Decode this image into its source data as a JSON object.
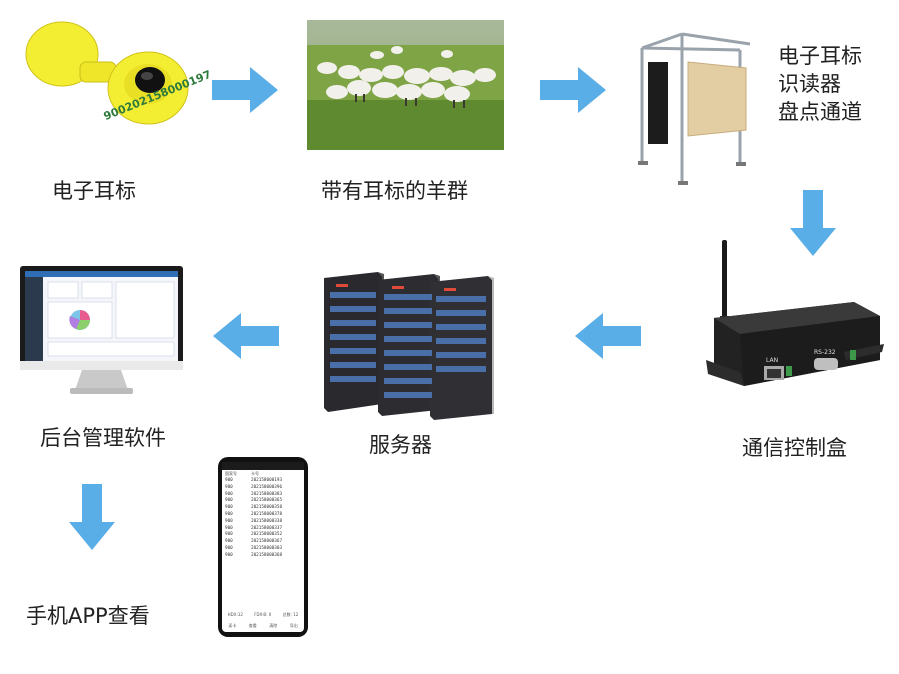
{
  "nodes": {
    "ear_tag": {
      "label": "电子耳标",
      "tag_number": "900202158000197"
    },
    "sheep": {
      "label": "带有耳标的羊群"
    },
    "reader": {
      "label_lines": [
        "电子耳标",
        "识读器",
        "盘点通道"
      ]
    },
    "controller": {
      "label": "通信控制盒",
      "ports": [
        "LAN",
        "RS-232"
      ]
    },
    "server": {
      "label": "服务器"
    },
    "software": {
      "label": "后台管理软件"
    },
    "app": {
      "label": "手机APP查看"
    }
  },
  "phone": {
    "columns": [
      "国家号",
      "卡号"
    ],
    "rows": [
      [
        "900",
        "202158000193"
      ],
      [
        "900",
        "202158000396"
      ],
      [
        "900",
        "202158000383"
      ],
      [
        "900",
        "202158000365"
      ],
      [
        "900",
        "202158000358"
      ],
      [
        "900",
        "202158000378"
      ],
      [
        "900",
        "202158000338"
      ],
      [
        "900",
        "202158000337"
      ],
      [
        "900",
        "202158000352"
      ],
      [
        "900",
        "202158000367"
      ],
      [
        "900",
        "202158000303"
      ],
      [
        "900",
        "202158000368"
      ]
    ],
    "footer_stats": [
      "HDX:12",
      "FDX-B: 0",
      "总数: 12"
    ],
    "footer_actions": [
      "读卡",
      "查看",
      "清除",
      "导出"
    ]
  },
  "colors": {
    "arrow": "#5aaee8",
    "tag": "#f2ec2e",
    "grass": "#6f9a3a"
  }
}
